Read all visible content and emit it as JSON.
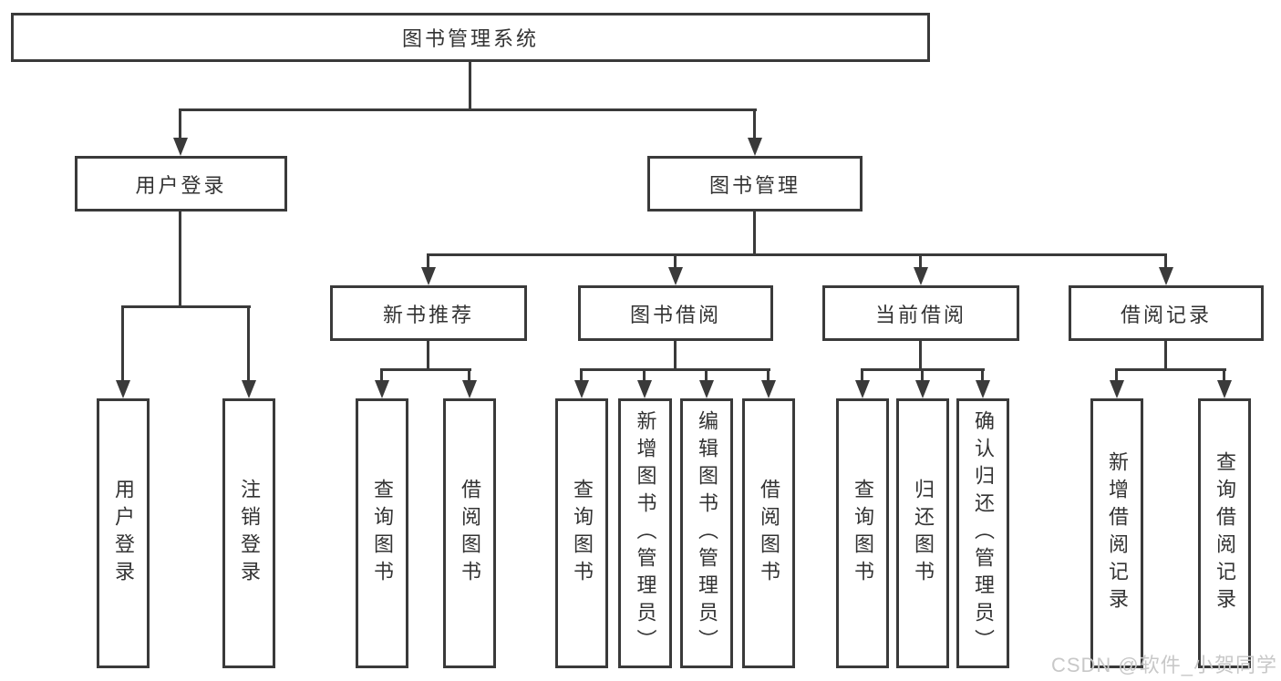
{
  "diagram": {
    "root": {
      "label": "图书管理系统"
    },
    "level2": {
      "user_login": {
        "label": "用户登录"
      },
      "book_mgmt": {
        "label": "图书管理"
      }
    },
    "level3": {
      "new_books": {
        "label": "新书推荐"
      },
      "book_borrow": {
        "label": "图书借阅"
      },
      "current_borrow": {
        "label": "当前借阅"
      },
      "borrow_records": {
        "label": "借阅记录"
      }
    },
    "leaves": {
      "user_login": [
        "用户登录",
        "注销登录"
      ],
      "new_books": [
        "查询图书",
        "借阅图书"
      ],
      "book_borrow": [
        "查询图书",
        "新增图书（管理员）",
        "编辑图书（管理员）",
        "借阅图书"
      ],
      "current_borrow": [
        "查询图书",
        "归还图书",
        "确认归还（管理员）"
      ],
      "borrow_records": [
        "新增借阅记录",
        "查询借阅记录"
      ]
    }
  },
  "watermark": {
    "text": "CSDN @软件_小贺同学"
  },
  "colors": {
    "line": "#3a3a3a",
    "text": "#333333",
    "box_fill": "#ffffff",
    "watermark": "#c8c8c8"
  }
}
